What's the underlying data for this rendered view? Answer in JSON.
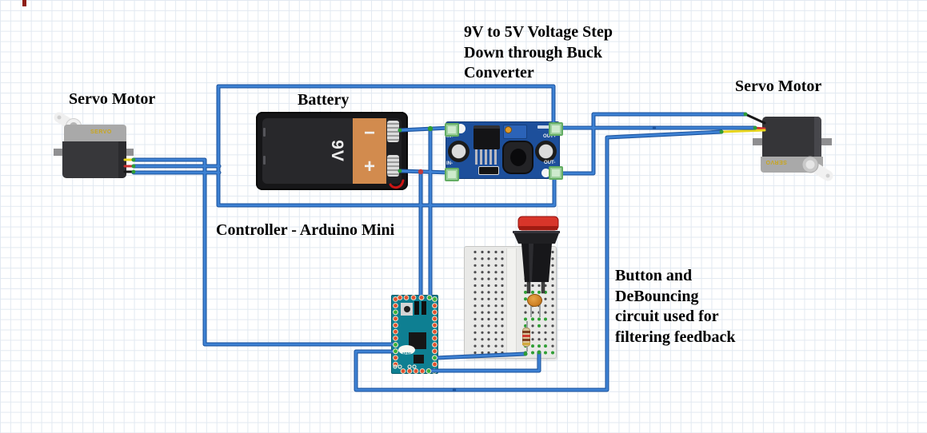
{
  "labels": {
    "servo_left": "Servo Motor",
    "servo_right": "Servo Motor",
    "battery": "Battery",
    "controller": "Controller - Arduino Mini",
    "buck_title_lines": [
      "9V to 5V Voltage Step",
      "Down through Buck",
      "Converter"
    ],
    "debounce_lines": [
      "Button and",
      "DeBouncing",
      "circuit used for",
      "filtering feedback"
    ]
  },
  "battery": {
    "voltage": "9V",
    "minus": "−",
    "plus": "+"
  },
  "buck": {
    "pins": {
      "in_plus": "IN+",
      "in_minus": "IN-",
      "out_plus": "OUT+",
      "out_minus": "OUT-"
    }
  },
  "servo_left": {
    "brand": "SERVO"
  },
  "servo_right": {
    "brand": "SERVO"
  },
  "controller": {
    "board_text": "MINI"
  },
  "colors": {
    "wire_fill": "#3e82d4",
    "wire_edge": "#1d55a0",
    "grid_line": "#e2e9f1",
    "buck_pcb": "#1d4f9b",
    "arduino_pcb": "#0e7f92",
    "battery_orange": "#d28b4e",
    "button_red": "#d8352a",
    "terminal_green": "#63ad63",
    "pad_red": "#e0502e",
    "pad_green": "#35b13a",
    "junction_red": "#c23b3b",
    "junction_green": "#2f9e35"
  },
  "breadboard": {
    "left_cols": [
      594,
      603,
      611,
      620,
      628
    ],
    "right_cols": [
      657,
      666,
      674,
      682,
      691
    ],
    "row_y0": 315.5,
    "row_step": 8.4,
    "rows": 16,
    "green_cells": [
      [
        6,
        0
      ],
      [
        6,
        1
      ],
      [
        6,
        2
      ],
      [
        6,
        3
      ],
      [
        7,
        0
      ],
      [
        7,
        2
      ],
      [
        10,
        0
      ],
      [
        10,
        1
      ],
      [
        10,
        2
      ],
      [
        10,
        3
      ],
      [
        11,
        0
      ],
      [
        11,
        2
      ],
      [
        14,
        0
      ],
      [
        14,
        1
      ],
      [
        14,
        2
      ],
      [
        14,
        3
      ],
      [
        15,
        0
      ],
      [
        15,
        1
      ],
      [
        15,
        2
      ],
      [
        15,
        3
      ],
      [
        15,
        4
      ]
    ]
  },
  "arduino_pads": {
    "left_x": 494.5,
    "right_x": 543.5,
    "col_y0": 374.5,
    "col_step": 8.15,
    "left": [
      "r",
      "r",
      "g",
      "r",
      "r",
      "r",
      "r",
      "g",
      "g",
      "r",
      "r"
    ],
    "right": [
      "g",
      "r",
      "r",
      "r",
      "r",
      "r",
      "r",
      "r",
      "r",
      "g",
      "r"
    ],
    "top_y": 372.5,
    "top": [
      [
        500,
        "r"
      ],
      [
        508,
        "r"
      ],
      [
        517,
        "r"
      ],
      [
        527,
        "r"
      ],
      [
        537,
        "g"
      ]
    ],
    "bottom_y": 464.5,
    "bottom": [
      [
        504,
        "r"
      ],
      [
        512,
        "r"
      ],
      [
        520,
        "r"
      ],
      [
        528,
        "r"
      ],
      [
        536,
        "g"
      ],
      [
        543,
        "g"
      ]
    ],
    "aux_rings": [
      [
        494,
        459
      ],
      [
        500,
        459
      ],
      [
        512,
        459
      ],
      [
        518,
        459
      ]
    ]
  }
}
